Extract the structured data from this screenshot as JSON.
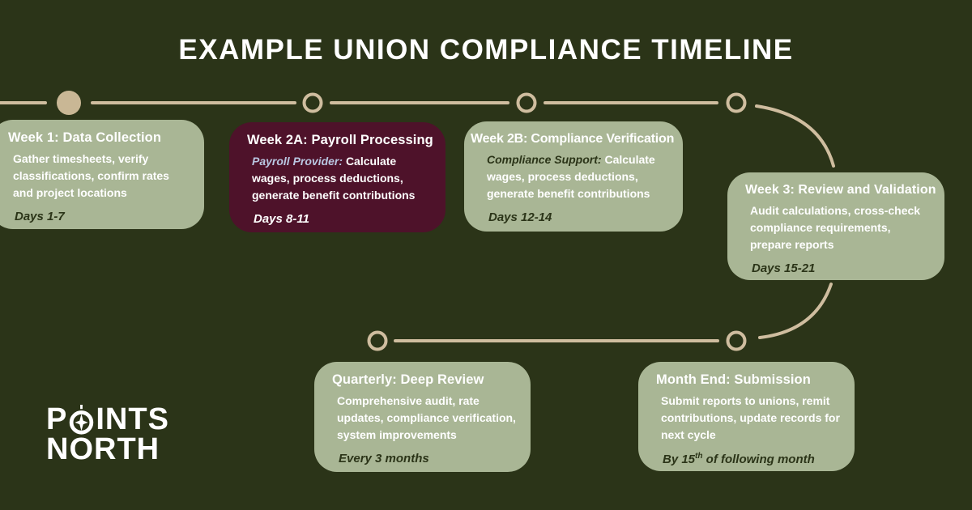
{
  "colors": {
    "background": "#2b3418",
    "card_sage": "#a9b695",
    "card_maroon": "#4e122a",
    "timeline_tan": "#cfbd9f",
    "lead_blue": "#b9c6e1",
    "text_white": "#ffffff",
    "text_dark": "#2b3418"
  },
  "header": {
    "title": "EXAMPLE UNION COMPLIANCE TIMELINE"
  },
  "cards": [
    {
      "title": "Week 1: Data Collection",
      "body": "Gather timesheets, verify classifications, confirm rates and project locations",
      "footer": "Days 1-7"
    },
    {
      "title": "Week 2A: Payroll Processing",
      "lead": "Payroll Provider:",
      "body": "Calculate wages, process deductions, generate benefit contributions",
      "footer": "Days 8-11"
    },
    {
      "title": "Week 2B: Compliance Verification",
      "lead": "Compliance Support:",
      "body": "Calculate wages, process deductions, generate benefit contributions",
      "footer": "Days 12-14"
    },
    {
      "title": "Week 3: Review and Validation",
      "body": "Audit calculations, cross-check compliance requirements, prepare reports",
      "footer": "Days 15-21"
    },
    {
      "title": "Quarterly: Deep Review",
      "body": "Comprehensive audit, rate updates, compliance verification, system improvements",
      "footer": "Every 3 months"
    },
    {
      "title": "Month End: Submission",
      "body": "Submit reports to unions, remit contributions, update records for next cycle",
      "footer_prefix": "By 15",
      "footer_sup": "th",
      "footer_suffix": "of following month"
    }
  ],
  "logo": {
    "line1_start": "P",
    "line1_end": "INTS",
    "line2": "NORTH",
    "compass_icon": "compass-rose-icon"
  }
}
